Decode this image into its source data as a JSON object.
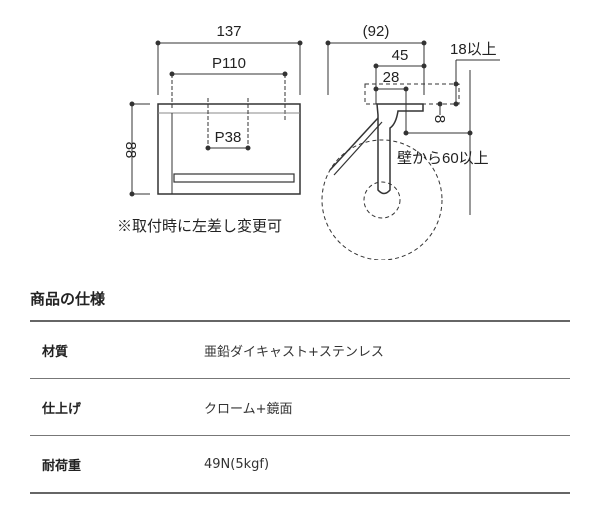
{
  "drawing": {
    "front_view": {
      "width_dim": "137",
      "pitch_outer": "P110",
      "pitch_inner": "P38",
      "height_dim": "88",
      "note": "※取付時に左差し変更可"
    },
    "side_view": {
      "depth_dim": "(92)",
      "dim_45": "45",
      "dim_28": "28",
      "dim_8": "8",
      "clearance_top": "18以上",
      "clearance_wall": "壁から60以上"
    }
  },
  "specs": {
    "title": "商品の仕様",
    "rows": [
      {
        "label": "材質",
        "value": "亜鉛ダイキャスト+ステンレス"
      },
      {
        "label": "仕上げ",
        "value": "クローム+鏡面"
      },
      {
        "label": "耐荷重",
        "value": "49N(5kgf)"
      }
    ]
  },
  "colors": {
    "line": "#333333",
    "rule": "#666666"
  }
}
